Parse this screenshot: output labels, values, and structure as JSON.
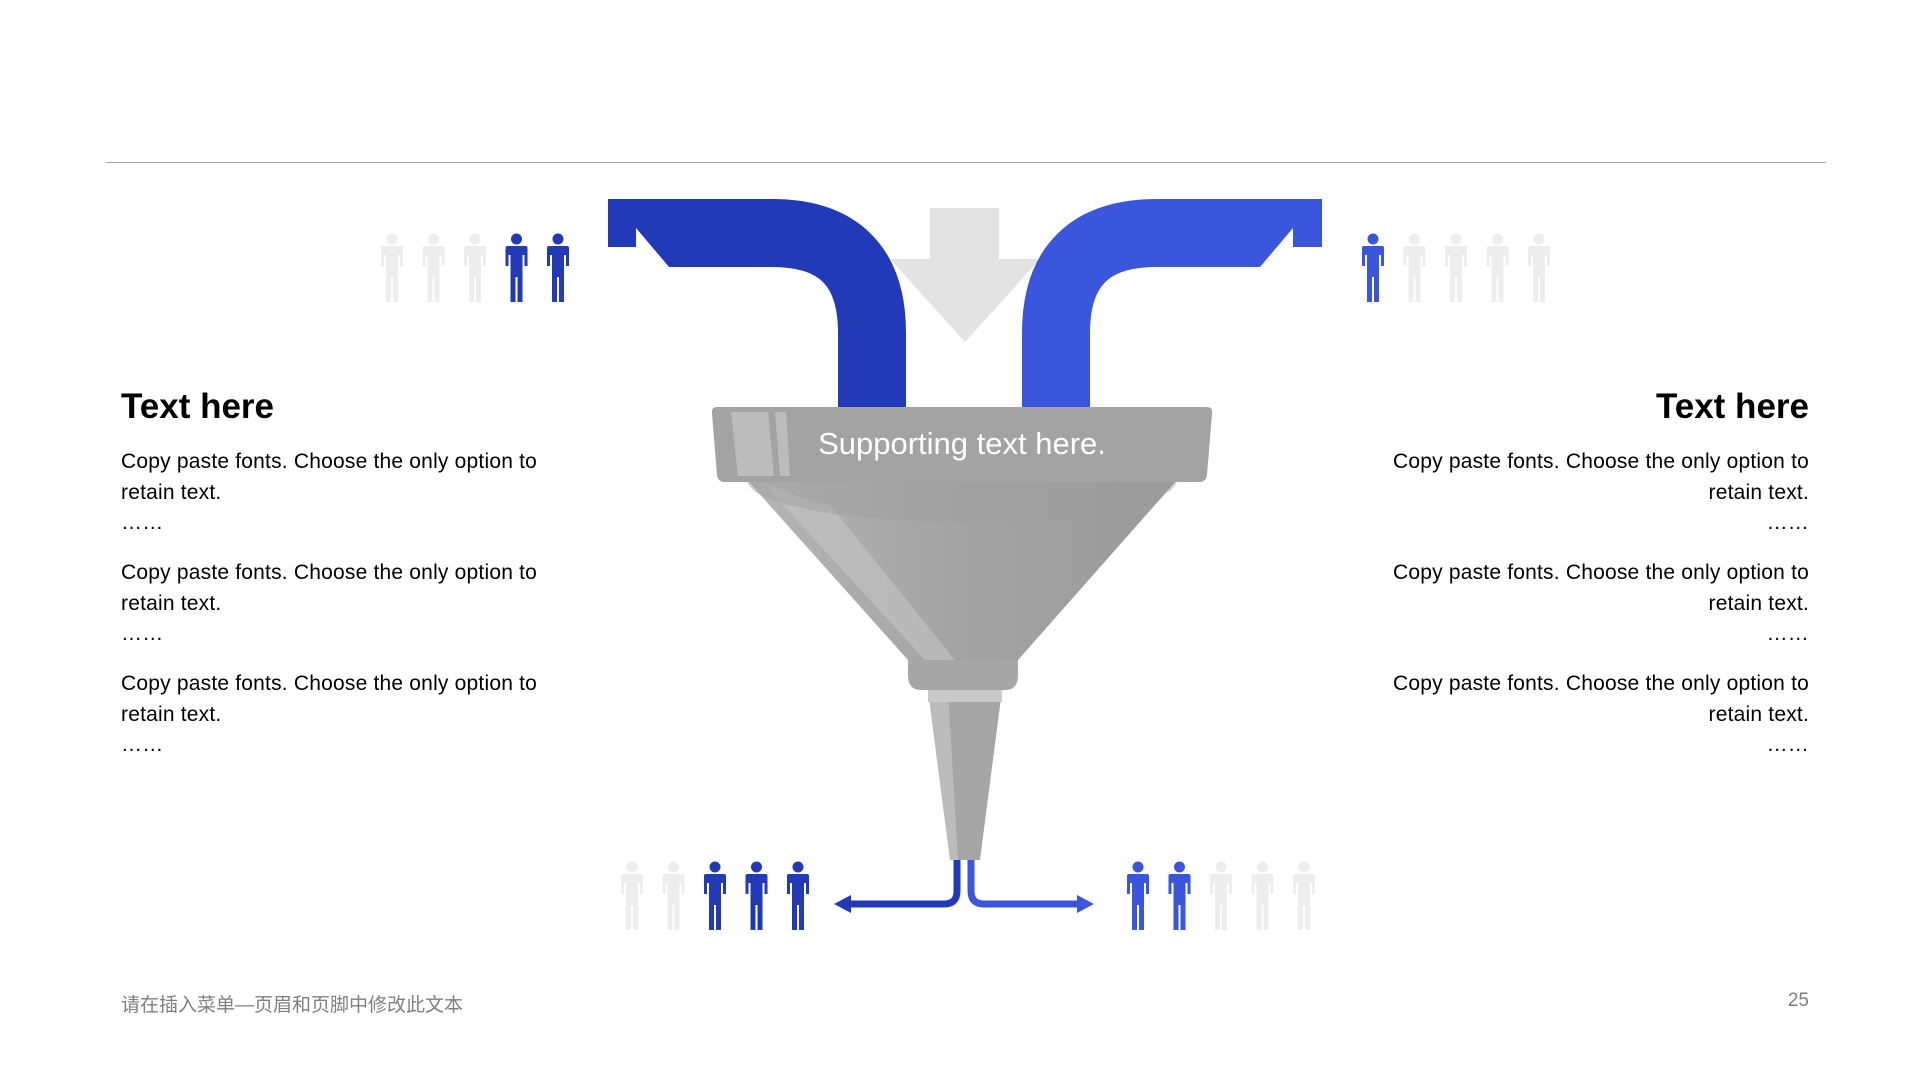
{
  "diagram": {
    "funnel_label": "Supporting text here.",
    "colors": {
      "dark_blue": "#2239B8",
      "light_blue": "#3A56DC",
      "funnel_gray": "#A3A3A3",
      "arrow_gray": "#E3E3E3",
      "person_inactive": "#EDEDED"
    },
    "people_groups": [
      {
        "id": "top-left",
        "count": 5,
        "highlighted": [
          3,
          4
        ],
        "color": "dark_blue"
      },
      {
        "id": "top-right",
        "count": 5,
        "highlighted": [
          0
        ],
        "color": "light_blue"
      },
      {
        "id": "bottom-left",
        "count": 5,
        "highlighted": [
          2,
          3,
          4
        ],
        "color": "dark_blue"
      },
      {
        "id": "bottom-right",
        "count": 5,
        "highlighted": [
          0,
          1
        ],
        "color": "light_blue"
      }
    ]
  },
  "left_column": {
    "title": "Text here",
    "paragraphs": [
      {
        "text": "Copy paste fonts. Choose the only option to retain text.",
        "ellipsis": "……"
      },
      {
        "text": "Copy paste fonts. Choose the only option to retain text.",
        "ellipsis": "……"
      },
      {
        "text": "Copy paste fonts. Choose the only option to retain text.",
        "ellipsis": "……"
      }
    ]
  },
  "right_column": {
    "title": "Text here",
    "paragraphs": [
      {
        "text": "Copy paste fonts. Choose the only option to retain text.",
        "ellipsis": "……"
      },
      {
        "text": "Copy paste fonts. Choose the only option to retain text.",
        "ellipsis": "……"
      },
      {
        "text": "Copy paste fonts. Choose the only option to retain text.",
        "ellipsis": "……"
      }
    ]
  },
  "footer": {
    "note": "请在插入菜单—页眉和页脚中修改此文本",
    "page_number": "25"
  }
}
